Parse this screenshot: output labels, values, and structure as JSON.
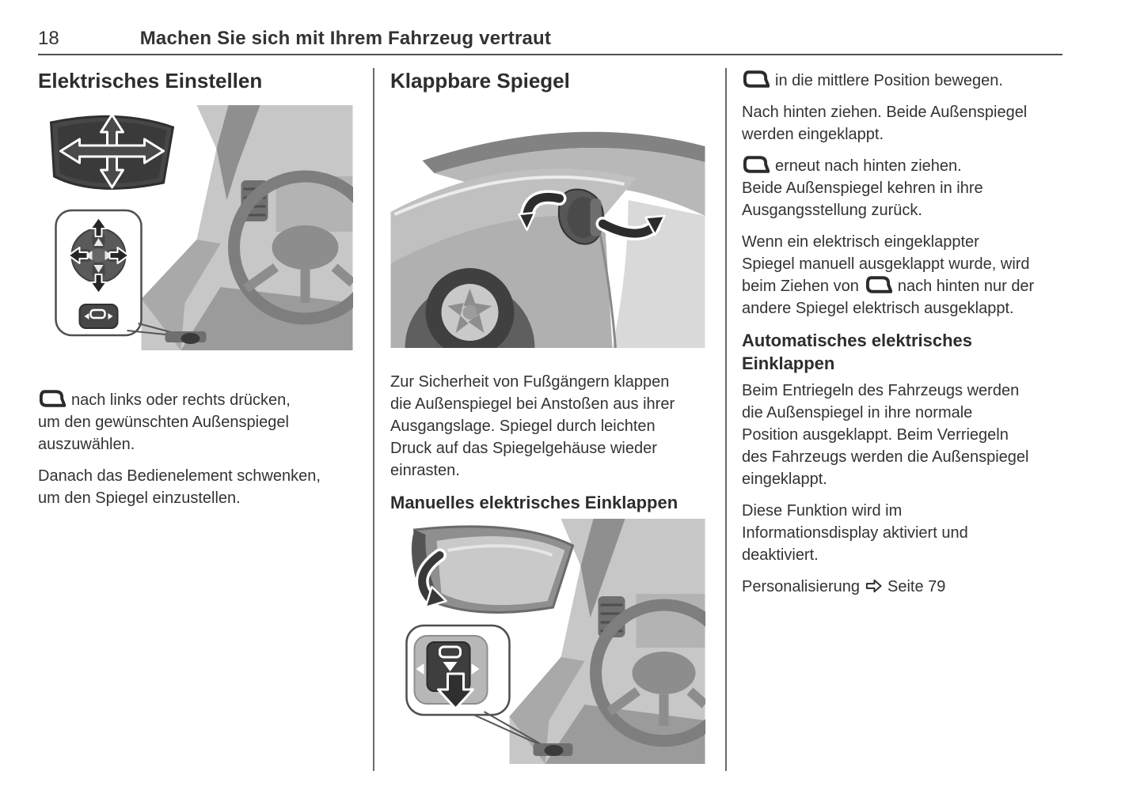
{
  "header": {
    "page_number": "18",
    "title": "Machen Sie sich mit Ihrem Fahrzeug vertraut"
  },
  "col1": {
    "heading": "Elektrisches Einstellen",
    "p1": "nach links oder rechts drücken,\num den gewünschten Außenspiegel\nauszuwählen.",
    "p2": "Danach das Bedienelement schwenken,\num den Spiegel einzustellen."
  },
  "col2": {
    "heading": "Klappbare Spiegel",
    "p1": "Zur Sicherheit von Fußgängern klappen\ndie Außenspiegel bei Anstoßen aus ihrer\nAusgangslage. Spiegel durch leichten\nDruck auf das Spiegelgehäuse wieder\neinrasten.",
    "subheading": "Manuelles elektrisches Einklappen"
  },
  "col3": {
    "p1": "in die mittlere Position bewegen.",
    "p2": "Nach hinten ziehen. Beide Außenspiegel\nwerden eingeklappt.",
    "p3": "erneut nach hinten ziehen.\nBeide Außenspiegel kehren in ihre\nAusgangsstellung zurück.",
    "p4a": "Wenn ein elektrisch eingeklappter\nSpiegel manuell ausgeklappt wurde, wird\nbeim Ziehen von",
    "p4b": "nach hinten nur der\nandere Spiegel elektrisch ausgeklappt.",
    "heading2": "Automatisches elektrisches\nEinklappen",
    "p5": "Beim Entriegeln des Fahrzeugs werden\ndie Außenspiegel in ihre normale\nPosition ausgeklappt. Beim Verriegeln\ndes Fahrzeugs werden die Außenspiegel\neingeklappt.",
    "p6": "Diese Funktion wird im\nInformationsdisplay aktiviert und\ndeaktiviert.",
    "p7_link": "Personalisierung",
    "p7_ref": "Seite 79"
  },
  "icons": {
    "mirror_control": "mirror-adjuster-icon",
    "page_ref_arrow": "⇨"
  },
  "figures": {
    "adjust": "power-mirror-adjustment-illustration",
    "fold_exterior": "mirror-folding-exterior-illustration",
    "fold_manual": "manual-electric-folding-switch-illustration"
  },
  "colors": {
    "text": "#333333",
    "heading": "#2d2d2d",
    "header_rule": "#4f4f4f",
    "column_separator": "#6a6a6a",
    "illustration_dark": "#474747",
    "illustration_mid": "#9b9b9b",
    "illustration_light": "#c7c7c7"
  }
}
